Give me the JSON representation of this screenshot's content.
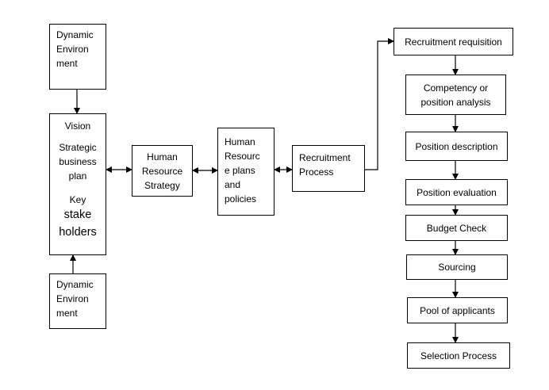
{
  "nodes": {
    "dynamic_env_top": [
      "Dynamic",
      "Environ",
      "ment"
    ],
    "vision_box": {
      "vision": "Vision",
      "strategic": [
        "Strategic",
        "business",
        "plan"
      ],
      "key": "Key",
      "stakeholders": [
        "stake",
        "holders"
      ]
    },
    "dynamic_env_bottom": [
      "Dynamic",
      "Environ",
      "ment"
    ],
    "hr_strategy": [
      "Human",
      "Resource",
      "Strategy"
    ],
    "hr_plans": [
      "Human",
      "Resourc",
      "e plans",
      "and",
      "policies"
    ],
    "recruitment_process": [
      "Recruitment",
      "Process"
    ],
    "recruitment_requisition": "Recruitment requisition",
    "competency": [
      "Competency or",
      "position analysis"
    ],
    "position_description": "Position description",
    "position_evaluation": "Position evaluation",
    "budget_check": "Budget Check",
    "sourcing": "Sourcing",
    "pool_of_applicants": "Pool of applicants",
    "selection_process": "Selection Process"
  }
}
